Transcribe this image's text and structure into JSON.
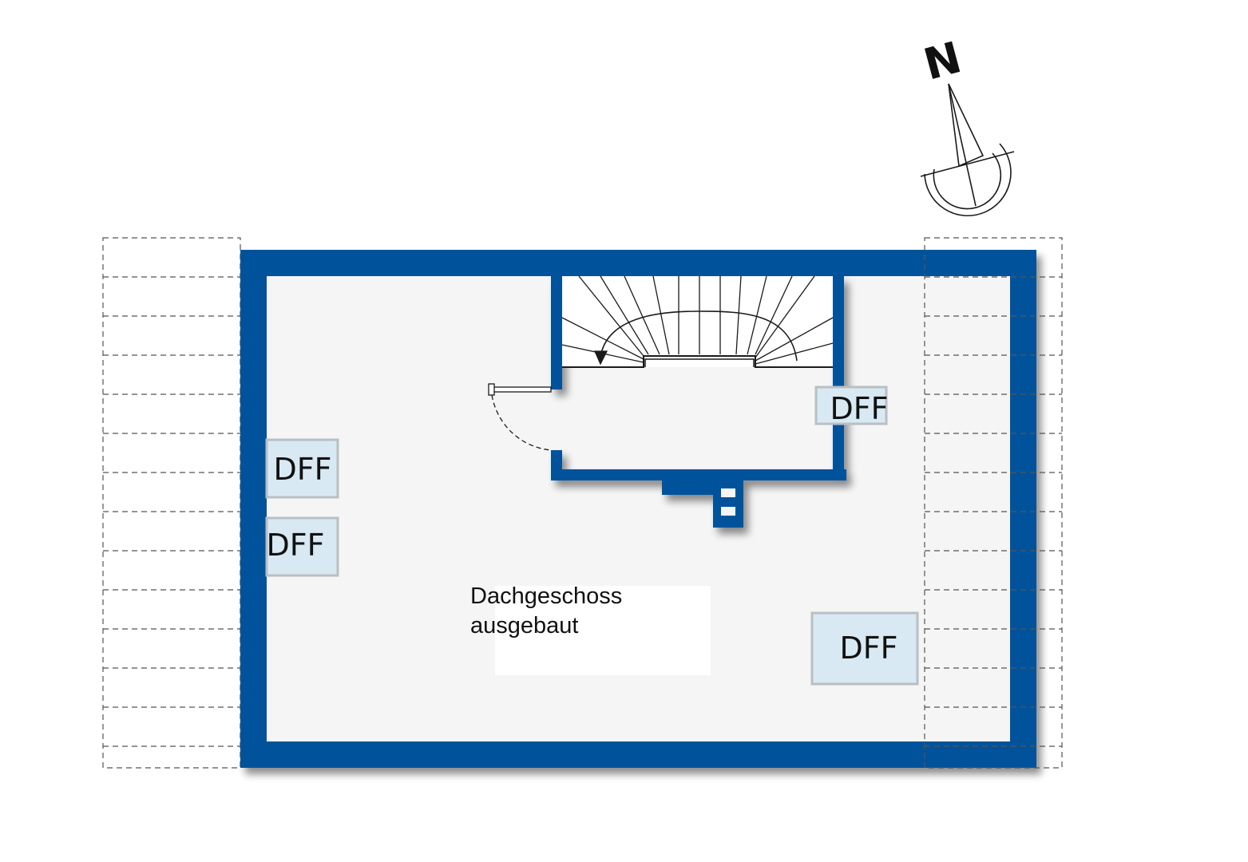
{
  "colors": {
    "wall": "#06539b",
    "floor": "#f5f5f5",
    "window_fill": "#d8e9f3",
    "window_border": "#b9bfc3",
    "dashed": "#555555",
    "stroke": "#1a1a1a"
  },
  "north_arrow": {
    "label": "N",
    "icon": "north-arrow-icon"
  },
  "room": {
    "line1": "Dachgeschoss",
    "line2": "ausgebaut"
  },
  "windows": [
    {
      "label": "DFF"
    },
    {
      "label": "DFF"
    },
    {
      "label": "DFF"
    },
    {
      "label": "DFF"
    }
  ],
  "staircase": {
    "icon": "staircase-icon"
  }
}
